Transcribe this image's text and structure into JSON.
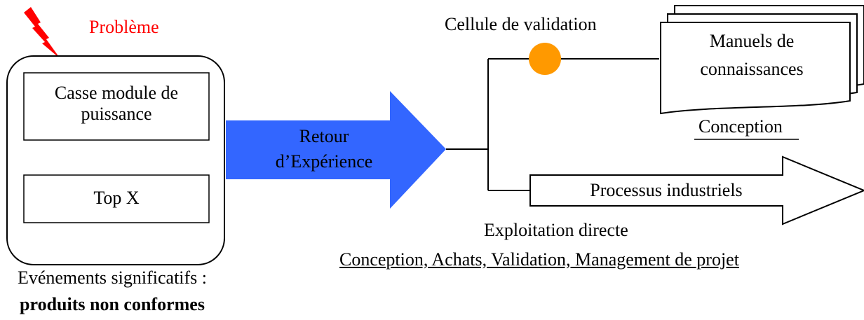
{
  "problem_label": "Problème",
  "event_box": {
    "item1_line1": "Casse module de",
    "item1_line2": "puissance",
    "item2": "Top X"
  },
  "events_caption": {
    "line1": "Evénements significatifs :",
    "line2": "produits non conformes"
  },
  "feedback_arrow": {
    "line1": "Retour",
    "line2": "d’Expérience"
  },
  "validation_cell": "Cellule de validation",
  "manuals": {
    "line1": "Manuels de",
    "line2": "connaissances"
  },
  "manuals_caption": "Conception",
  "process_arrow": "Processus industriels",
  "direct_use": "Exploitation directe",
  "direct_use_caption": "Conception, Achats, Validation, Management de projet",
  "colors": {
    "feedback_arrow": "#3366ff",
    "validation_dot": "#ff9900",
    "lightning": "#ff0000",
    "problem_text": "#ff0000"
  },
  "icons": [
    "lightning-icon",
    "validation-dot"
  ]
}
